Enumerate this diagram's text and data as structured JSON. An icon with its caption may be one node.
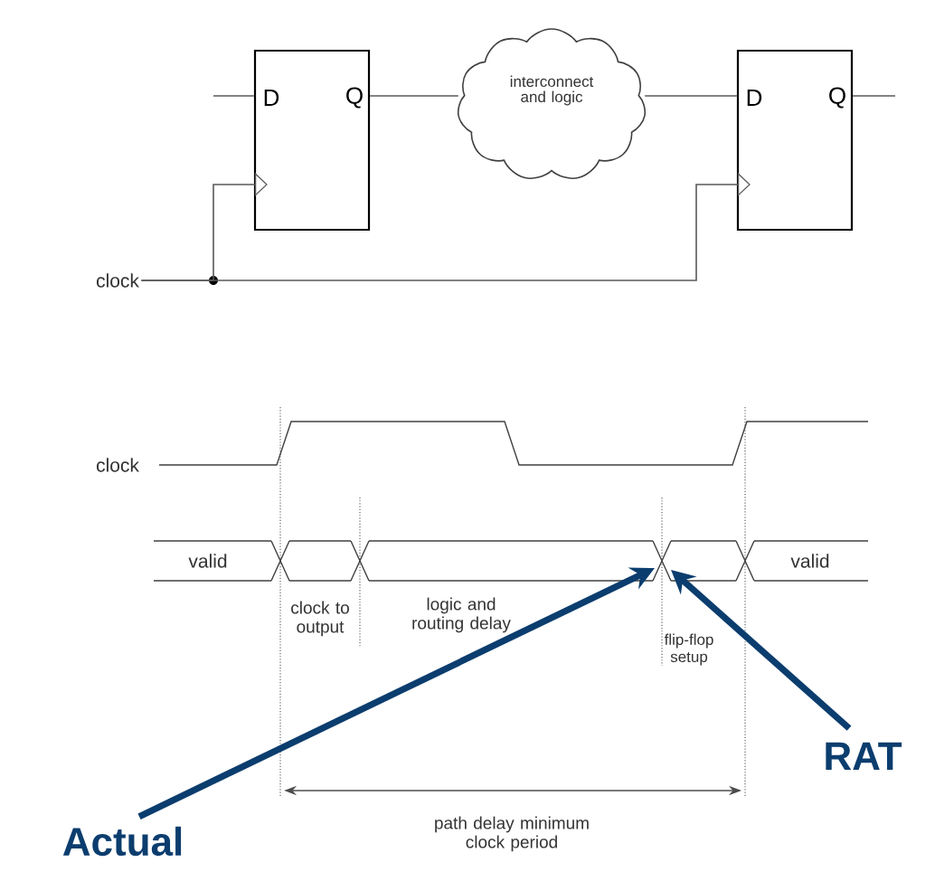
{
  "diagram": {
    "nodes": [
      {
        "text": [
          "D",
          "Q"
        ]
      },
      {
        "text": [
          "interconnect and logic"
        ]
      },
      {
        "text": [
          "D",
          "Q"
        ]
      },
      {
        "text": [
          "clock"
        ]
      },
      {
        "text": [
          "Actual"
        ]
      },
      {
        "text": [
          "RAT"
        ]
      }
    ],
    "edges": [
      {
        "from": null,
        "to": 0,
        "arrow": "none"
      },
      {
        "from": 0,
        "to": 1,
        "arrow": "none"
      },
      {
        "from": 1,
        "to": 2,
        "arrow": "none"
      },
      {
        "from": 2,
        "to": null,
        "arrow": "none"
      },
      {
        "from": 3,
        "to": 0,
        "arrow": "to"
      },
      {
        "from": 3,
        "to": 2,
        "arrow": "to"
      },
      {
        "from": 4,
        "to": null,
        "arrow": "to",
        "style": "thick",
        "color": "#0b3d6e"
      },
      {
        "from": 5,
        "to": null,
        "arrow": "to",
        "style": "thick",
        "color": "#0b3d6e"
      }
    ],
    "labels": [
      "clock",
      "valid",
      "valid",
      "clock to output",
      "logic and routing delay",
      "flip-flop setup",
      "path delay minimum clock period"
    ]
  }
}
